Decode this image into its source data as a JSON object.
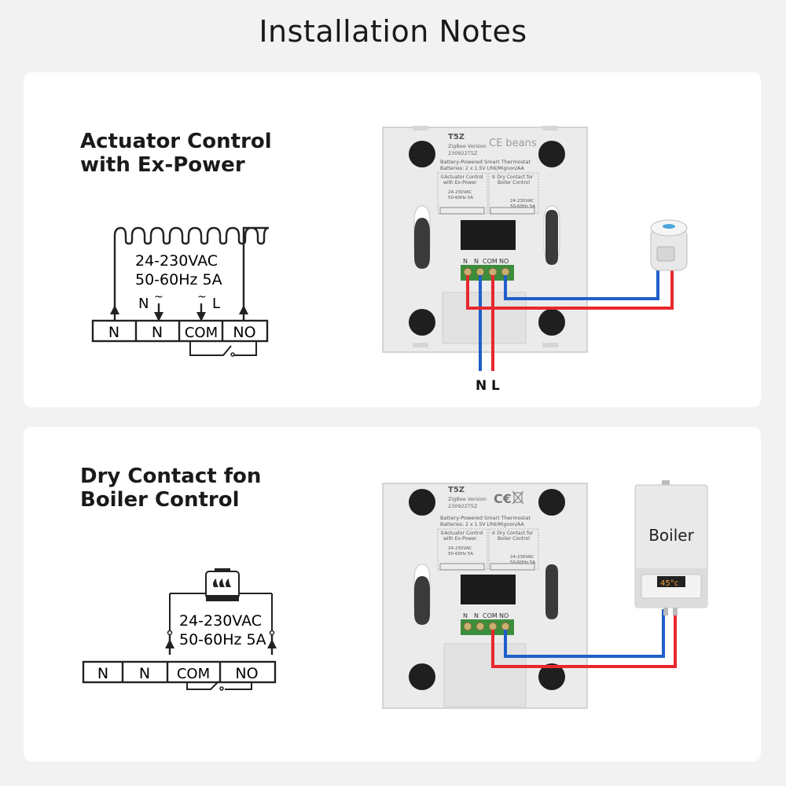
{
  "page": {
    "title": "Installation Notes"
  },
  "sections": [
    {
      "heading_line1": "Actuator Control",
      "heading_line2": "with Ex-Power",
      "schematic": {
        "voltage": "24-230VAC",
        "freq_current": "50-60Hz 5A",
        "terminals": [
          "N",
          "N",
          "COM",
          "NO"
        ],
        "supply_n": "N",
        "supply_l": "L",
        "tilde": "~"
      },
      "device": {
        "model": "T5Z",
        "version": "ZigBee Version",
        "code": "230922T5Z",
        "watermark": "CE beans",
        "desc": "Battery-Powered Smart Thermostat",
        "batteries": "Batteries: 2 x 1.5V LR6/Mignon/AA",
        "opt1_line1": "①Actuator Control",
        "opt1_line2": "with Ex-Power",
        "opt2_line1": "② Dry Contact for",
        "opt2_line2": "Boiler Control",
        "mini_voltage": "24-230VAC",
        "mini_freq": "50-60Hz 5A",
        "terminal_labels": [
          "N",
          "N",
          "COM",
          "NO"
        ]
      },
      "wire_labels": {
        "n": "N",
        "l": "L"
      }
    },
    {
      "heading_line1": "Dry Contact fon",
      "heading_line2": "Boiler Control",
      "schematic": {
        "voltage": "24-230VAC",
        "freq_current": "50-60Hz 5A",
        "terminals": [
          "N",
          "N",
          "COM",
          "NO"
        ]
      },
      "device": {
        "model": "T5Z",
        "version": "ZigBee Version",
        "code": "230922T5Z",
        "desc": "Battery-Powered Smart Thermostat",
        "batteries": "Batteries: 2 x 1.5V LR6/Mignon/AA",
        "opt1_line1": "①Actuator Control",
        "opt1_line2": "with Ex-Power",
        "opt2_line1": "② Dry Contact for",
        "opt2_line2": "Boiler Control",
        "mini_voltage": "24-230VAC",
        "mini_freq": "50-60Hz 5A",
        "terminal_labels": [
          "N",
          "N",
          "COM",
          "NO"
        ]
      },
      "boiler": {
        "label": "Boiler",
        "display": "45°c"
      }
    }
  ],
  "colors": {
    "live_wire": "#e8282e",
    "neutral_wire": "#1f5fc9",
    "terminal_green": "#3c8d3c",
    "relay_black": "#1b1b1b"
  }
}
